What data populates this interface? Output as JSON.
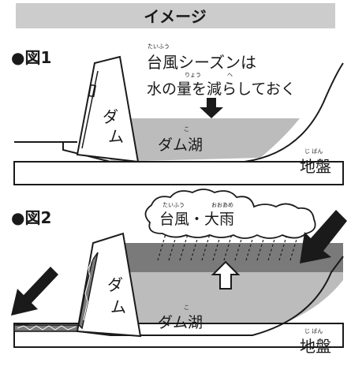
{
  "header": {
    "title": "イメージ"
  },
  "colors": {
    "header_bg": "#cccccc",
    "water_light": "#bcbcbc",
    "water_dark": "#7a7a7a",
    "ground_fill": "#ffffff",
    "ink": "#1a1a1a"
  },
  "figure1": {
    "label": "●図1",
    "caption_line1": "台風シーズンは",
    "caption_ruby1": "たいふう",
    "caption_line2": "水の量を減らしておく",
    "caption_ruby2a": "りょう",
    "caption_ruby2b": "へ",
    "dam_label": "ダム",
    "lake_label": "ダム湖",
    "lake_ruby": "こ",
    "ground_label": "地盤",
    "ground_ruby": "じ ばん",
    "icons": [
      "down-arrow-icon"
    ]
  },
  "figure2": {
    "label": "●図2",
    "cloud_text": "台風・大雨",
    "cloud_ruby1": "たいふう",
    "cloud_ruby2": "おおあめ",
    "dam_label": "ダム",
    "lake_label": "ダム湖",
    "lake_ruby": "こ",
    "ground_label": "地盤",
    "ground_ruby": "じ ばん",
    "icons": [
      "cloud-icon",
      "rain-icon",
      "up-arrow-icon",
      "inflow-arrow-icon",
      "outflow-arrow-icon"
    ]
  }
}
